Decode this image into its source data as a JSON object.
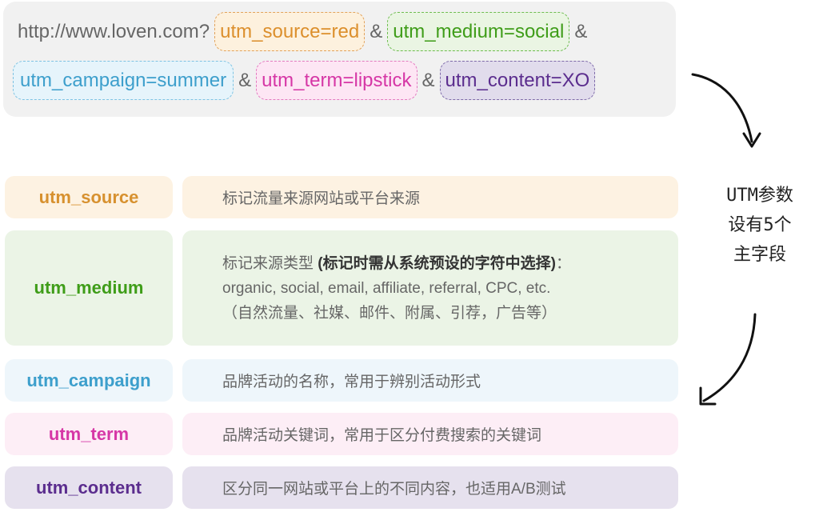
{
  "url": {
    "base": "http://www.loven.com?",
    "amp": "&",
    "params": {
      "source": "utm_source=red",
      "medium": "utm_medium=social",
      "campaign": "utm_campaign=summer",
      "term": "utm_term=lipstick",
      "content": "utm_content=XO"
    }
  },
  "rows": [
    {
      "key": "utm_source",
      "desc": "标记流量来源网站或平台来源"
    },
    {
      "key": "utm_medium",
      "desc_l1": "标记来源类型 ",
      "desc_l1_bold": "(标记时需从系统预设的字符中选择)",
      "desc_l1_end": "：",
      "desc_l2": "organic, social, email, affiliate, referral, CPC, etc.",
      "desc_l3": "（自然流量、社媒、邮件、附属、引荐，广告等）"
    },
    {
      "key": "utm_campaign",
      "desc": "品牌活动的名称，常用于辨别活动形式"
    },
    {
      "key": "utm_term",
      "desc": "品牌活动关键词，常用于区分付费搜索的关键词"
    },
    {
      "key": "utm_content",
      "desc": "区分同一网站或平台上的不同内容，也适用A/B测试"
    }
  ],
  "annotation": {
    "line1": "UTM参数",
    "line2": "设有5个",
    "line3": "主字段"
  },
  "colors": {
    "source": "#d7912f",
    "medium": "#3f9d19",
    "campaign": "#3d9fcc",
    "term": "#d637a6",
    "content": "#5b2d8e"
  },
  "icons": [
    "curved-arrow-down-icon",
    "curved-arrow-down-left-icon"
  ]
}
